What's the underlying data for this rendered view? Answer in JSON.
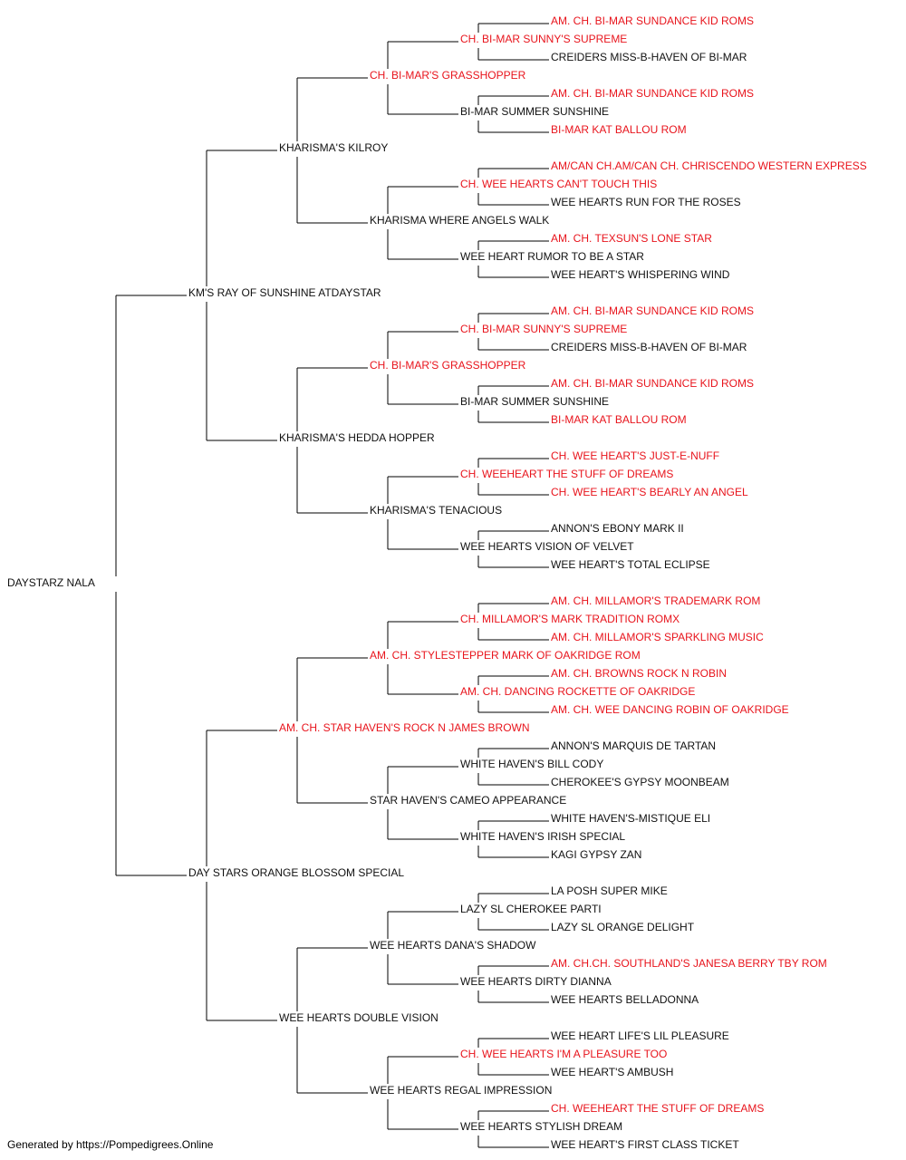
{
  "colors": {
    "champion": "#e8141c",
    "normal": "#111111",
    "line": "#000000"
  },
  "pedigree": {
    "name": "DAYSTARZ NALA",
    "sire": {
      "name": "KM'S RAY OF SUNSHINE ATDAYSTAR",
      "sire": {
        "name": "KHARISMA'S KILROY",
        "sire": {
          "name": "CH. BI-MAR'S GRASSHOPPER",
          "champion": true,
          "sire": {
            "name": "CH. BI-MAR SUNNY'S SUPREME",
            "champion": true,
            "sire": {
              "name": "AM. CH. BI-MAR SUNDANCE KID ROMS",
              "champion": true
            },
            "dam": {
              "name": "CREIDERS MISS-B-HAVEN OF BI-MAR"
            }
          },
          "dam": {
            "name": "BI-MAR SUMMER SUNSHINE",
            "sire": {
              "name": "AM. CH. BI-MAR SUNDANCE KID ROMS",
              "champion": true
            },
            "dam": {
              "name": "BI-MAR KAT BALLOU ROM",
              "champion": true
            }
          }
        },
        "dam": {
          "name": "KHARISMA WHERE ANGELS WALK",
          "sire": {
            "name": "CH. WEE HEARTS CAN'T TOUCH THIS",
            "champion": true,
            "sire": {
              "name": "AM/CAN CH.AM/CAN CH. CHRISCENDO WESTERN EXPRESS",
              "champion": true
            },
            "dam": {
              "name": "WEE HEARTS RUN FOR THE ROSES"
            }
          },
          "dam": {
            "name": "WEE HEART RUMOR TO BE A STAR",
            "sire": {
              "name": "AM. CH. TEXSUN'S LONE STAR",
              "champion": true
            },
            "dam": {
              "name": "WEE HEART'S WHISPERING WIND"
            }
          }
        }
      },
      "dam": {
        "name": "KHARISMA'S HEDDA HOPPER",
        "sire": {
          "name": "CH. BI-MAR'S GRASSHOPPER",
          "champion": true,
          "sire": {
            "name": "CH. BI-MAR SUNNY'S SUPREME",
            "champion": true,
            "sire": {
              "name": "AM. CH. BI-MAR SUNDANCE KID ROMS",
              "champion": true
            },
            "dam": {
              "name": "CREIDERS MISS-B-HAVEN OF BI-MAR"
            }
          },
          "dam": {
            "name": "BI-MAR SUMMER SUNSHINE",
            "sire": {
              "name": "AM. CH. BI-MAR SUNDANCE KID ROMS",
              "champion": true
            },
            "dam": {
              "name": "BI-MAR KAT BALLOU ROM",
              "champion": true
            }
          }
        },
        "dam": {
          "name": "KHARISMA'S TENACIOUS",
          "sire": {
            "name": "CH. WEEHEART THE STUFF OF DREAMS",
            "champion": true,
            "sire": {
              "name": "CH. WEE HEART'S JUST-E-NUFF",
              "champion": true
            },
            "dam": {
              "name": "CH. WEE HEART'S BEARLY AN ANGEL",
              "champion": true
            }
          },
          "dam": {
            "name": "WEE HEARTS VISION OF VELVET",
            "sire": {
              "name": "ANNON'S EBONY MARK II"
            },
            "dam": {
              "name": "WEE HEART'S TOTAL ECLIPSE"
            }
          }
        }
      }
    },
    "dam": {
      "name": "DAY STARS ORANGE BLOSSOM SPECIAL",
      "sire": {
        "name": "AM. CH. STAR HAVEN'S ROCK N JAMES BROWN",
        "champion": true,
        "sire": {
          "name": "AM. CH. STYLESTEPPER MARK OF OAKRIDGE ROM",
          "champion": true,
          "sire": {
            "name": "CH. MILLAMOR'S MARK TRADITION ROMX",
            "champion": true,
            "sire": {
              "name": "AM. CH. MILLAMOR'S TRADEMARK ROM",
              "champion": true
            },
            "dam": {
              "name": "AM. CH. MILLAMOR'S SPARKLING MUSIC",
              "champion": true
            }
          },
          "dam": {
            "name": "AM. CH. DANCING ROCKETTE OF OAKRIDGE",
            "champion": true,
            "sire": {
              "name": "AM. CH. BROWNS ROCK N ROBIN",
              "champion": true
            },
            "dam": {
              "name": "AM. CH. WEE DANCING ROBIN OF OAKRIDGE",
              "champion": true
            }
          }
        },
        "dam": {
          "name": "STAR HAVEN'S CAMEO APPEARANCE",
          "sire": {
            "name": "WHITE HAVEN'S BILL CODY",
            "sire": {
              "name": "ANNON'S MARQUIS DE TARTAN"
            },
            "dam": {
              "name": "CHEROKEE'S GYPSY MOONBEAM"
            }
          },
          "dam": {
            "name": "WHITE HAVEN'S IRISH SPECIAL",
            "sire": {
              "name": "WHITE HAVEN'S-MISTIQUE ELI"
            },
            "dam": {
              "name": "KAGI GYPSY ZAN"
            }
          }
        }
      },
      "dam": {
        "name": "WEE HEARTS DOUBLE VISION",
        "sire": {
          "name": "WEE HEARTS DANA'S SHADOW",
          "sire": {
            "name": "LAZY SL CHEROKEE PARTI",
            "sire": {
              "name": "LA POSH SUPER MIKE"
            },
            "dam": {
              "name": "LAZY SL ORANGE DELIGHT"
            }
          },
          "dam": {
            "name": "WEE HEARTS DIRTY DIANNA",
            "sire": {
              "name": "AM. CH.CH. SOUTHLAND'S JANESA BERRY TBY ROM",
              "champion": true
            },
            "dam": {
              "name": "WEE HEARTS BELLADONNA"
            }
          }
        },
        "dam": {
          "name": "WEE HEARTS REGAL IMPRESSION",
          "sire": {
            "name": "CH. WEE HEARTS I'M A PLEASURE TOO",
            "champion": true,
            "sire": {
              "name": "WEE HEART LIFE'S LIL PLEASURE"
            },
            "dam": {
              "name": "WEE HEART'S AMBUSH"
            }
          },
          "dam": {
            "name": "WEE HEARTS STYLISH DREAM",
            "sire": {
              "name": "CH. WEEHEART THE STUFF OF DREAMS",
              "champion": true
            },
            "dam": {
              "name": "WEE HEART'S FIRST CLASS TICKET"
            }
          }
        }
      }
    }
  },
  "footer": {
    "text": "Generated by https://Pompedigrees.Online"
  }
}
